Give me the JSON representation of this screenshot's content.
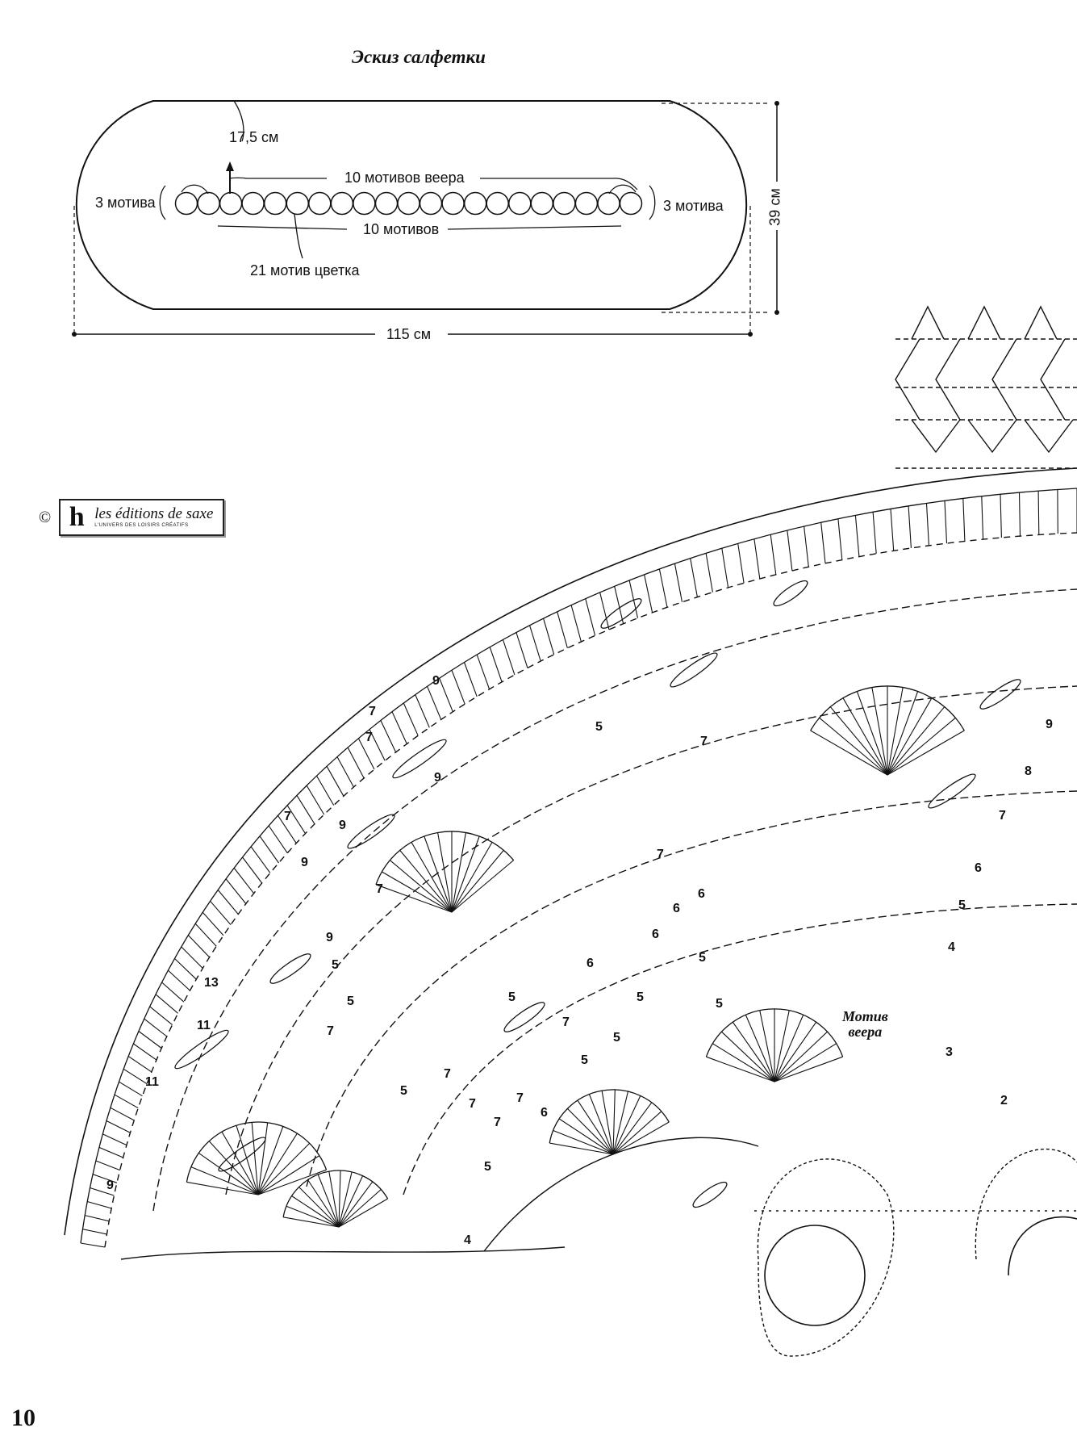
{
  "sketch": {
    "title": "Эскиз салфетки",
    "radius_label": "17,5 см",
    "fan_row_label": "10 мотивов веера",
    "bottom_row_label": "10 мотивов",
    "end_left_label": "3 мотива",
    "end_right_label": "3 мотива",
    "flower_label": "21 мотив цветка",
    "height_label": "39 см",
    "width_label": "115 см",
    "flower_count": 21
  },
  "publisher": {
    "copyright": "©",
    "logo_letter": "h",
    "name": "les éditions de saxe",
    "tagline": "L'UNIVERS DES LOISIRS CRÉATIFS"
  },
  "chart": {
    "motif_label_line1": "Мотив",
    "motif_label_line2": "веера",
    "row_numbers": [
      "2",
      "3",
      "4",
      "5",
      "6",
      "7",
      "8",
      "9",
      "5",
      "7",
      "9",
      "7",
      "9",
      "7",
      "9",
      "13",
      "11",
      "11",
      "9",
      "5",
      "7",
      "7",
      "7",
      "7",
      "6",
      "6",
      "6",
      "5",
      "5",
      "5",
      "5",
      "5",
      "7",
      "7",
      "5",
      "6",
      "6",
      "4",
      "5",
      "5",
      "9",
      "9",
      "7",
      "7",
      "5",
      "7"
    ]
  },
  "page_number": "10"
}
